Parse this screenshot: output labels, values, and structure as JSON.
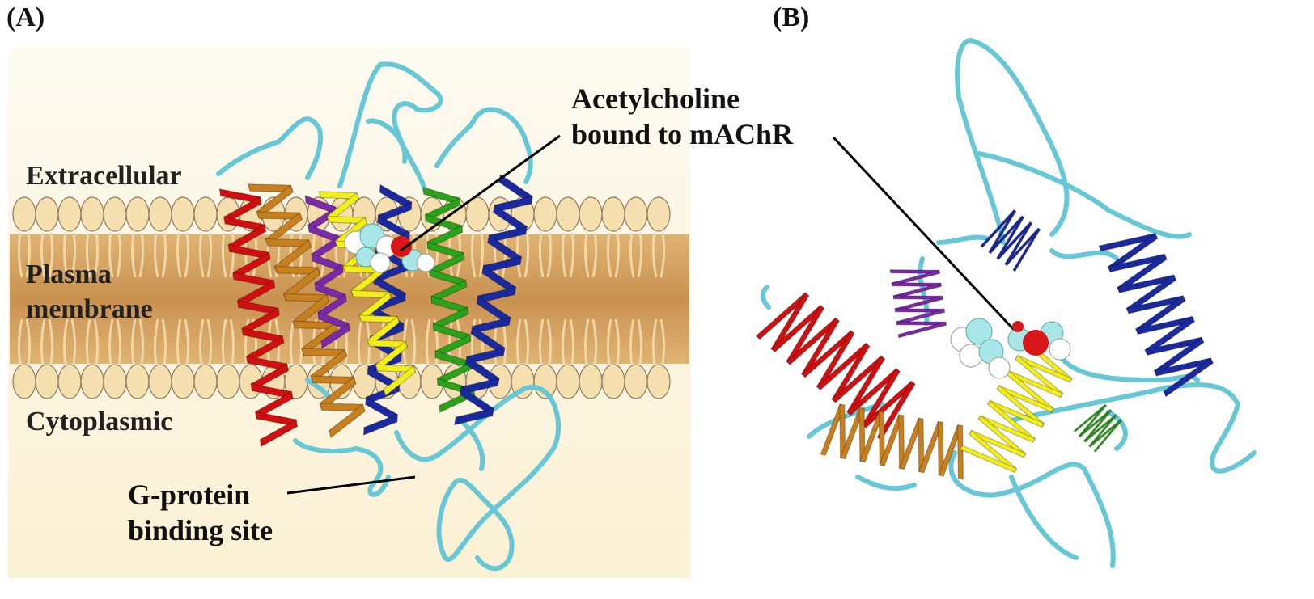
{
  "panels": {
    "a": {
      "label": "(A)"
    },
    "b": {
      "label": "(B)"
    }
  },
  "membrane_labels": {
    "extracellular": "Extracellular",
    "plasma_line1": "Plasma",
    "plasma_line2": "membrane",
    "cytoplasmic": "Cytoplasmic"
  },
  "callouts": {
    "ligand_line1": "Acetylcholine",
    "ligand_line2": "bound to mAChR",
    "gprotein_line1": "G-protein",
    "gprotein_line2": "binding site"
  },
  "colors": {
    "helix_red": "#d01010",
    "helix_orange": "#c8801e",
    "helix_purple": "#7a2aa8",
    "helix_yellow": "#f2ee1a",
    "helix_blue": "#1a2a9e",
    "helix_green": "#2aa21a",
    "loop_cyan": "#66c7d6",
    "lipid_head": "#f6dfae",
    "membrane_band": "#d8a766",
    "background_tint": "#fbf3dc",
    "ligand_oxygen": "#d81818",
    "ligand_carbon": "#a8e6e8"
  }
}
